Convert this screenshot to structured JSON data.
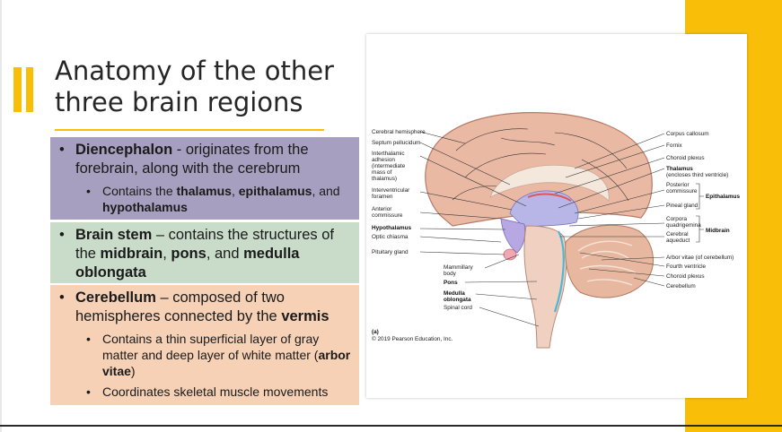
{
  "slide": {
    "title": "Anatomy of the other three brain regions",
    "colors": {
      "accent": "#f9bf08",
      "diencephalon_box": "#a79fbf",
      "brainstem_box": "#c9dcc9",
      "cerebellum_box": "#f6d1b6"
    }
  },
  "diencephalon": {
    "term": "Diencephalon",
    "text": " - originates from the forebrain, along with the cerebrum",
    "sub_prefix": "Contains the ",
    "sub_thalamus": "thalamus",
    "sub_comma": ", ",
    "sub_epithalamus": "epithalamus",
    "sub_and": ", and ",
    "sub_hypothalamus": "hypothalamus"
  },
  "brainstem": {
    "term": "Brain stem",
    "text": " – contains the structures of the ",
    "midbrain": "midbrain",
    "comma": ", ",
    "pons": "pons",
    "and": ", and ",
    "medulla": "medulla oblongata"
  },
  "cerebellum": {
    "term": "Cerebellum",
    "text": " – composed of two hemispheres connected by the ",
    "vermis": "vermis",
    "sub1_text": "Contains a thin superficial layer of gray matter and deep layer of white matter (",
    "sub1_bold": "arbor vitae",
    "sub1_close": ")",
    "sub2_text": "Coordinates skeletal muscle movements"
  },
  "figure": {
    "left_labels": {
      "cerebral_hemisphere": "Cerebral hemisphere",
      "septum": "Septum pellucidum",
      "interthalamic_1": "Interthalamic",
      "interthalamic_2": "adhesion",
      "interthalamic_3": "(intermediate",
      "interthalamic_4": "mass of",
      "interthalamic_5": "thalamus)",
      "interventricular_1": "Interventricular",
      "interventricular_2": "foramen",
      "anterior_1": "Anterior",
      "anterior_2": "commissure",
      "hypothalamus": "Hypothalamus",
      "optic": "Optic chiasma",
      "pituitary": "Pituitary gland"
    },
    "bottom_labels": {
      "mammillary_1": "Mammillary",
      "mammillary_2": "body",
      "pons": "Pons",
      "medulla_1": "Medulla",
      "medulla_2": "oblongata",
      "spinal": "Spinal cord"
    },
    "right_labels": {
      "corpus": "Corpus callosum",
      "fornix": "Fornix",
      "choroid": "Choroid plexus",
      "thalamus": "Thalamus",
      "thalamus_note": "(encloses third ventricle)",
      "posterior_1": "Posterior",
      "posterior_2": "commissure",
      "epithalamus": "Epithalamus",
      "pineal": "Pineal gland",
      "corpora_1": "Corpora",
      "corpora_2": "quadrigemina",
      "cerebral_aq_1": "Cerebral",
      "cerebral_aq_2": "aqueduct",
      "midbrain": "Midbrain",
      "arbor": "Arbor vitae (of cerebellum)",
      "fourth": "Fourth ventricle",
      "choroid2": "Choroid plexus",
      "cerebellum": "Cerebellum"
    },
    "panel": "(a)",
    "copyright": "© 2019 Pearson Education, Inc."
  }
}
